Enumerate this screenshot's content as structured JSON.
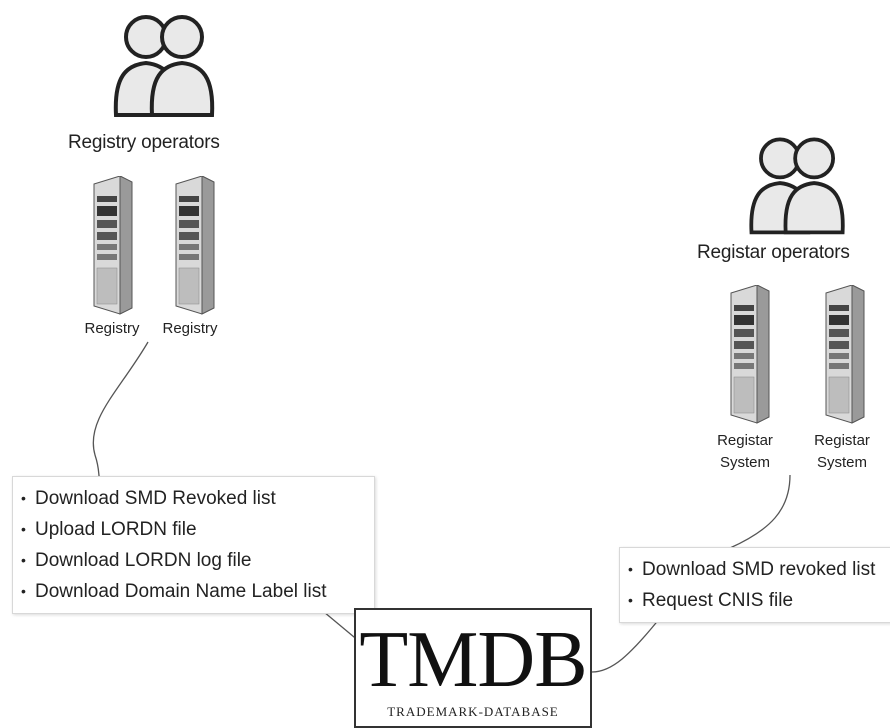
{
  "registry_group": {
    "label": "Registry operators",
    "icon": "users-icon",
    "servers": [
      "Registry",
      "Registry"
    ]
  },
  "registrar_group": {
    "label": "Registar operators",
    "icon": "users-icon",
    "servers": [
      "Registar\nSystem",
      "Registar\nSystem"
    ]
  },
  "registry_operations": [
    "Download SMD Revoked list",
    "Upload LORDN file",
    "Download LORDN log file",
    "Download Domain Name Label list"
  ],
  "registrar_operations": [
    "Download SMD revoked list",
    "Request CNIS file"
  ],
  "tmdb": {
    "title": "TMDB",
    "subtitle": "TRADEMARK-DATABASE"
  }
}
